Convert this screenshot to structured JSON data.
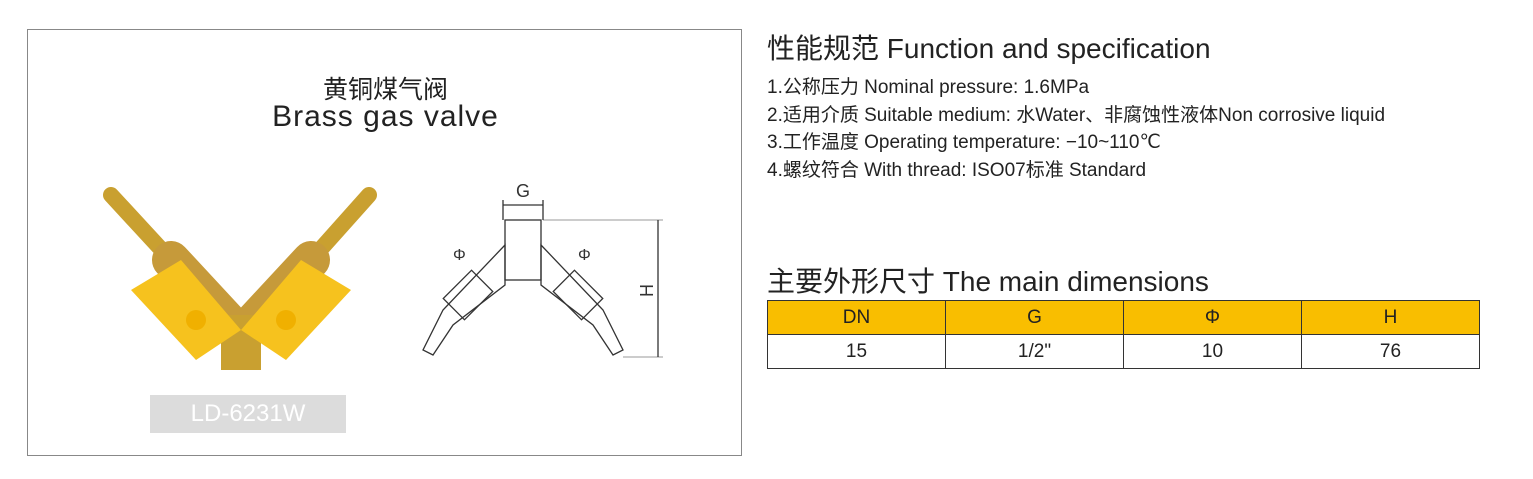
{
  "product": {
    "title_cn": "黄铜煤气阀",
    "title_en": "Brass gas valve",
    "model": "LD-6231W",
    "drawing": {
      "g_label": "G",
      "phi_label": "Φ",
      "h_label": "H"
    }
  },
  "spec": {
    "heading": "性能规范  Function and specification",
    "items": [
      "1.公称压力 Nominal pressure: 1.6MPa",
      "2.适用介质 Suitable medium: 水Water、非腐蚀性液体Non corrosive liquid",
      "3.工作温度 Operating temperature: −10~110℃",
      "4.螺纹符合 With thread: ISO07标准 Standard"
    ]
  },
  "dimensions": {
    "heading": "主要外形尺寸  The main dimensions",
    "headers": [
      "DN",
      "G",
      "Φ",
      "H"
    ],
    "values": [
      "15",
      "1/2\"",
      "10",
      "76"
    ],
    "header_color": "#f9be00"
  }
}
